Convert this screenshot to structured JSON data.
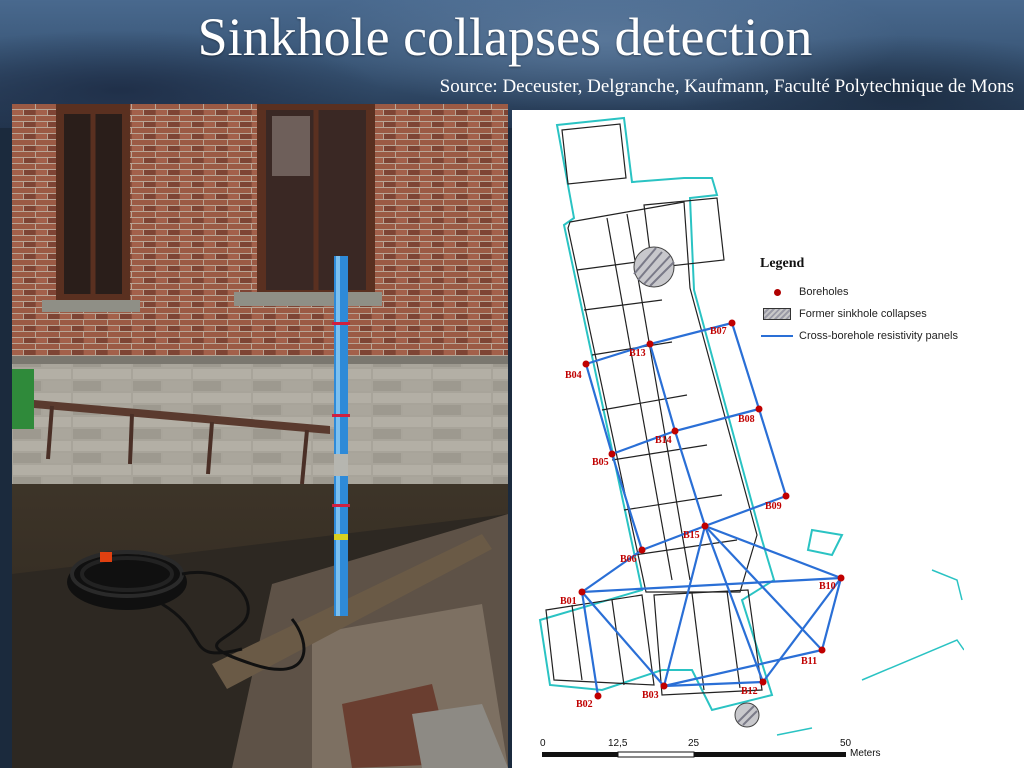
{
  "slide": {
    "title": "Sinkhole collapses detection",
    "source": "Source: Deceuster, Delgranche, Kaufmann, Faculté Polytechnique de Mons"
  },
  "legend": {
    "title": "Legend",
    "items": [
      {
        "symbol": "red-dot",
        "label": "Boreholes"
      },
      {
        "symbol": "hatched-circle",
        "label": "Former sinkhole collapses"
      },
      {
        "symbol": "blue-line",
        "label": "Cross-borehole resistivity panels"
      }
    ]
  },
  "boreholes": [
    "B01",
    "B02",
    "B03",
    "B04",
    "B05",
    "B06",
    "B07",
    "B08",
    "B09",
    "B10",
    "B11",
    "B12",
    "B13",
    "B14",
    "B15"
  ],
  "scale": {
    "ticks": [
      "0",
      "12,5",
      "25",
      "50"
    ],
    "unit": "Meters"
  },
  "colors": {
    "borehole": "#c00000",
    "panel": "#2a6fd6",
    "outline": "#2ac3c3",
    "title_text": "#ffffff"
  }
}
